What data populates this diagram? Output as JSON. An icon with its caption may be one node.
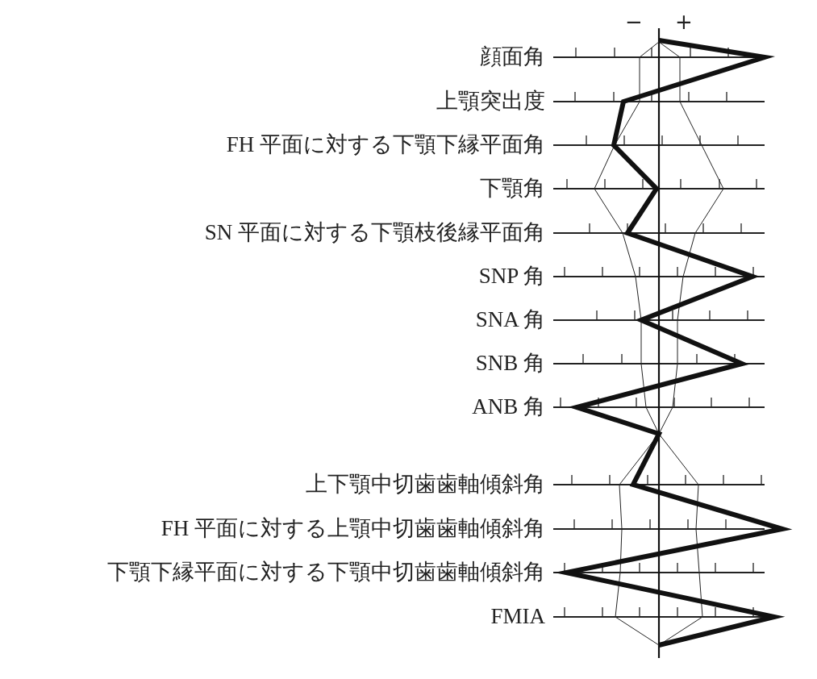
{
  "diagram": {
    "labels": [
      "−",
      "+",
      "顔面角",
      "上顎突出度",
      "FH 平面に対する下顎下縁平面角",
      "下顎角",
      "SN 平面に対する下顎枝後縁平面角",
      "SNP 角",
      "SNA 角",
      "SNB 角",
      "ANB 角",
      "上下顎中切歯歯軸傾斜角",
      "FH 平面に対する上顎中切歯歯軸傾斜角",
      "下顎下縁平面に対する下顎中切歯歯軸傾斜角",
      "FMIA"
    ]
  }
}
